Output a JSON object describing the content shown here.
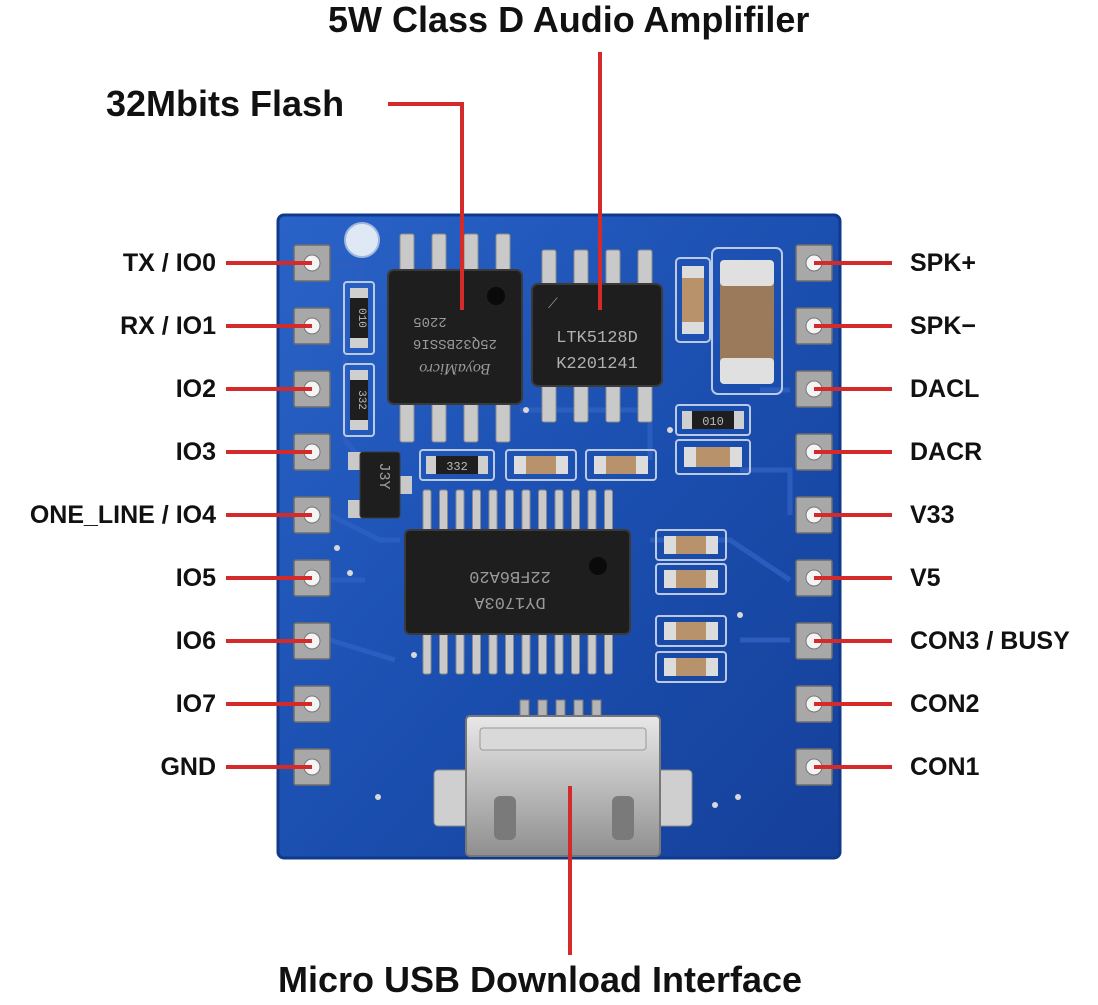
{
  "callouts": {
    "amplifier": "5W Class D Audio Amplifiler",
    "flash": "32Mbits Flash",
    "usb": "Micro USB Download Interface"
  },
  "pins_left": [
    "TX / IO0",
    "RX / IO1",
    "IO2",
    "IO3",
    "ONE_LINE / IO4",
    "IO5",
    "IO6",
    "IO7",
    "GND"
  ],
  "pins_right": [
    "SPK+",
    "SPK−",
    "DACL",
    "DACR",
    "V33",
    "V5",
    "CON3 / BUSY",
    "CON2",
    "CON1"
  ],
  "chip_markings": {
    "flash": [
      "2205",
      "25Q32BSSI6",
      "BoyaMicro"
    ],
    "amplifier": [
      "LTK5128D",
      "K2201241"
    ],
    "mcu": [
      "DY1703A",
      "22FB6A20"
    ],
    "transistor": "J3Y",
    "res_a": "332",
    "res_b": "332",
    "res_c": "010",
    "res_d": "010"
  },
  "colors": {
    "board": "#1b4fb0",
    "board_edge": "#0f3a8c",
    "chip": "#1e1e1e",
    "callout_line": "#d42a2a",
    "label": "#111111"
  }
}
